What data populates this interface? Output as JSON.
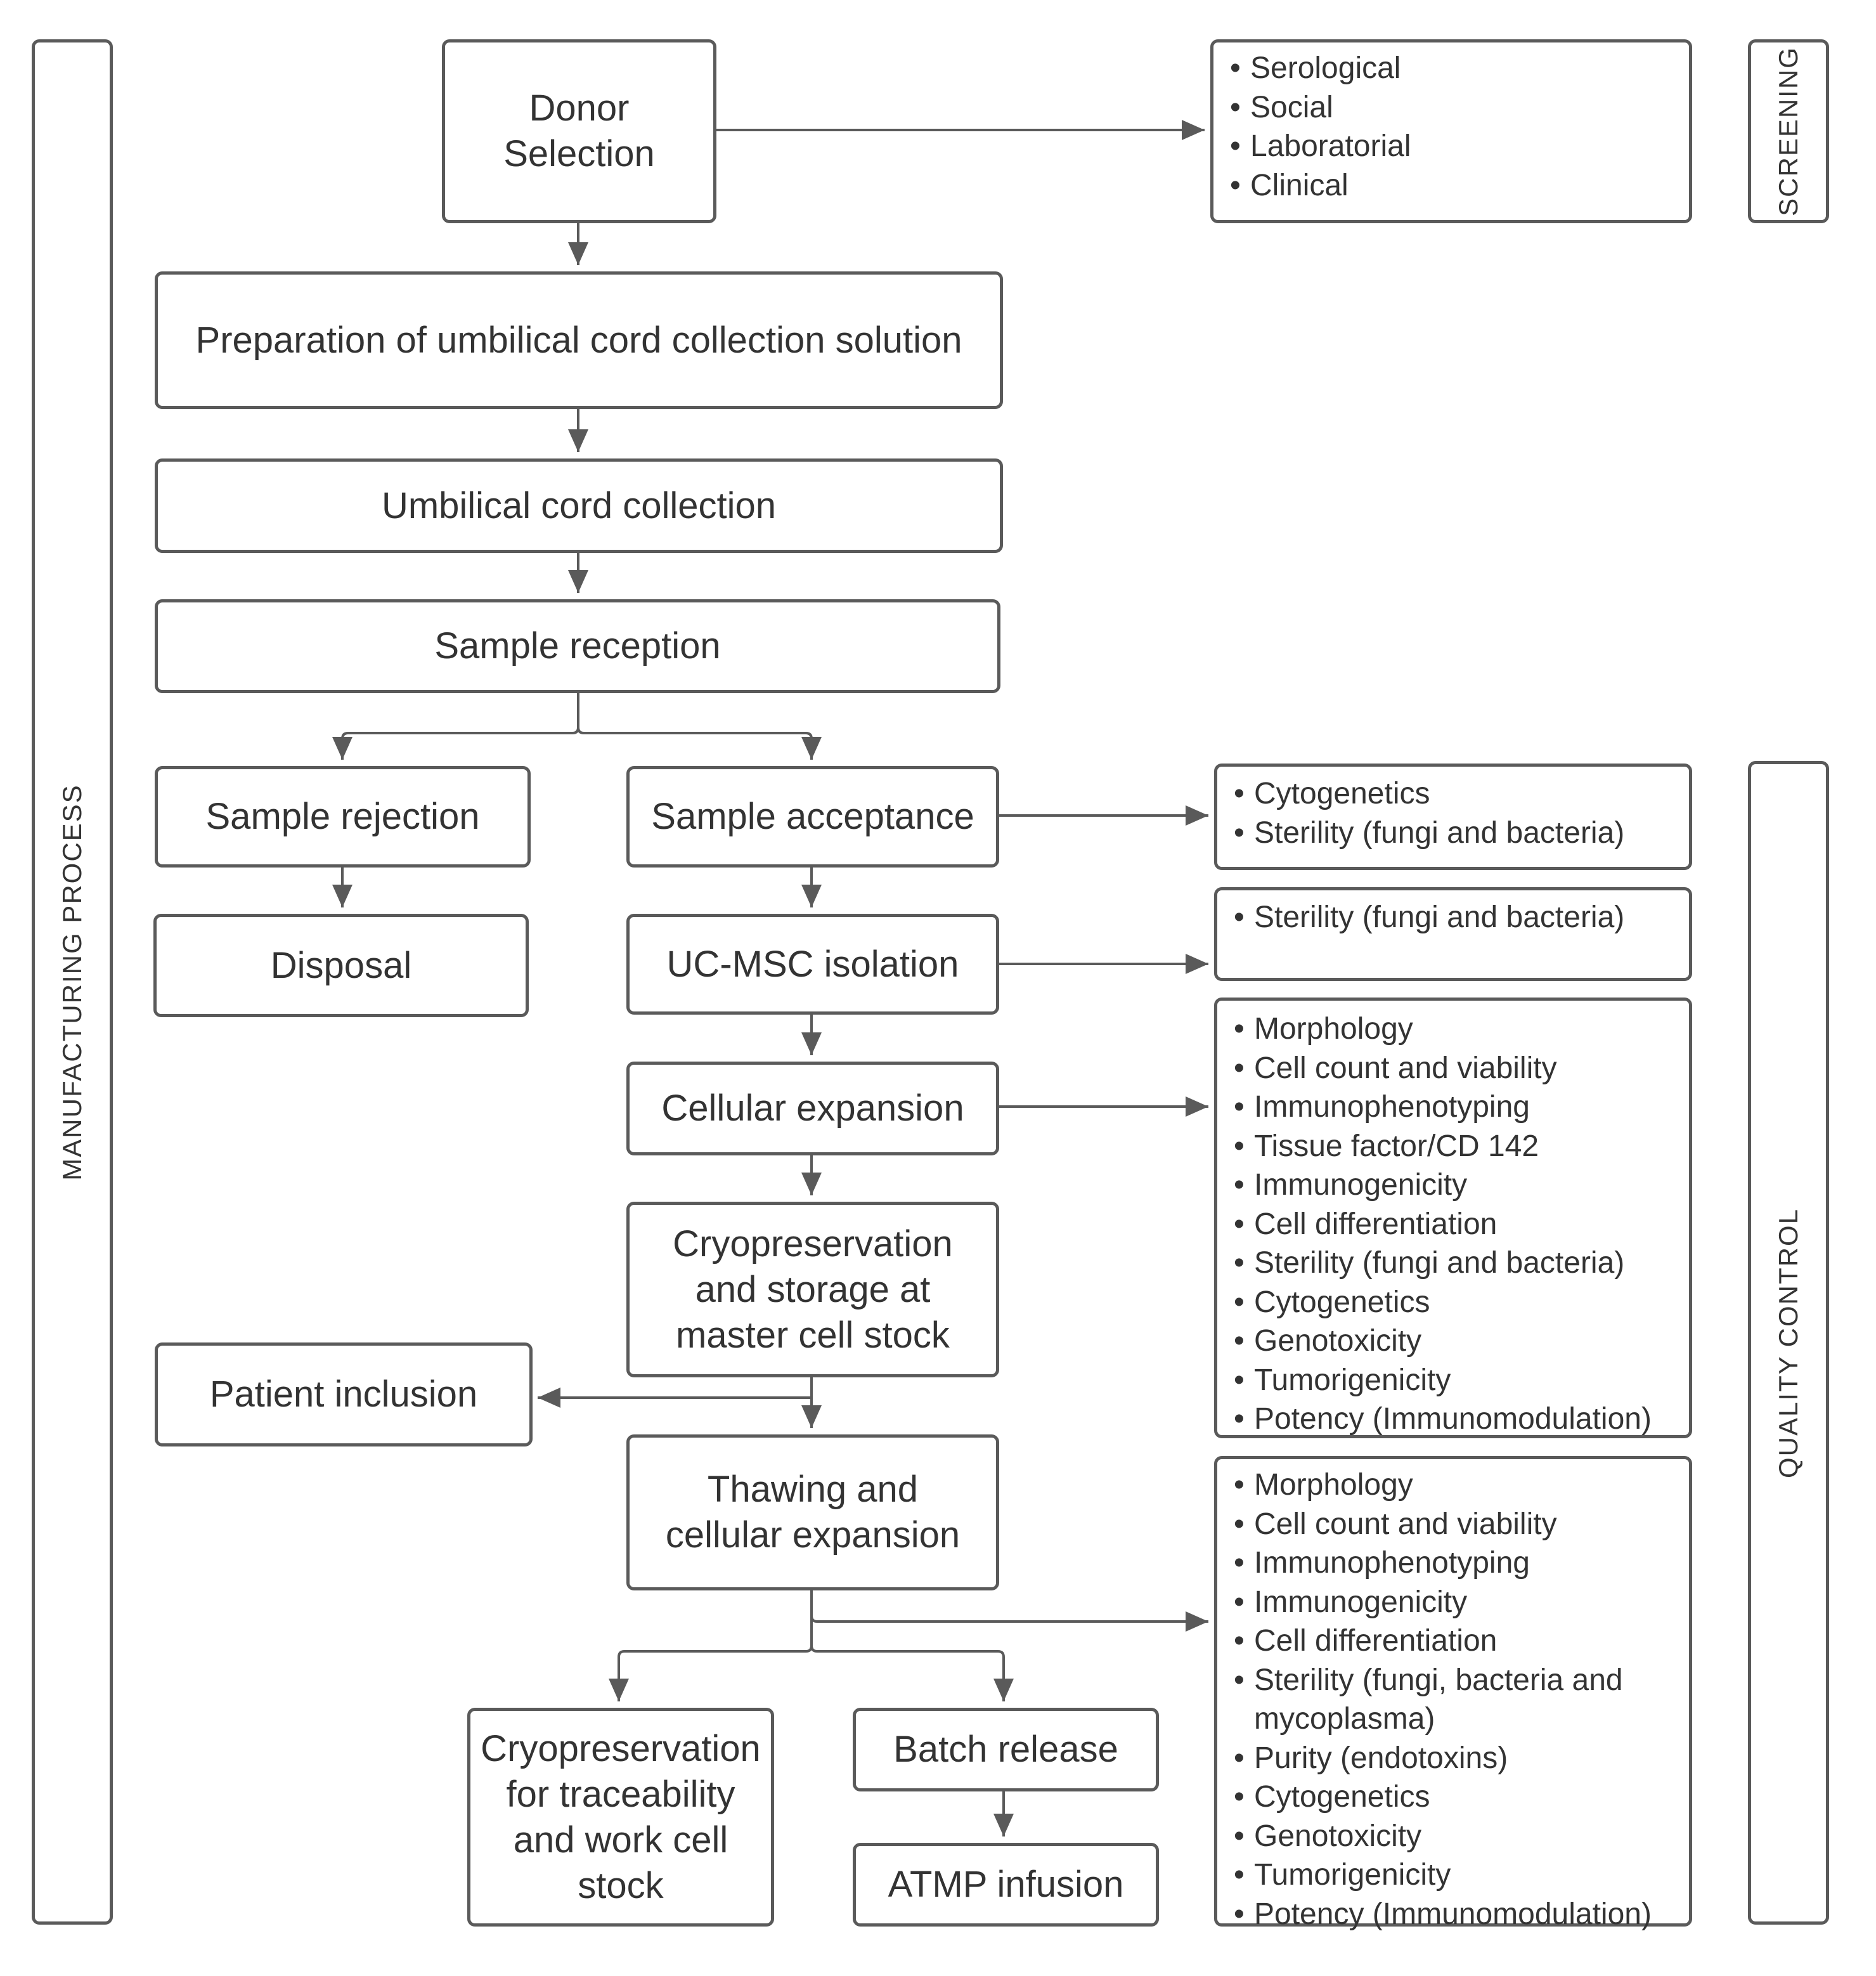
{
  "side_labels": {
    "manufacturing": "MANUFACTURING PROCESS",
    "screening": "SCREENING",
    "quality_control": "QUALITY CONTROL"
  },
  "steps": {
    "donor_selection": [
      "Donor",
      "Selection"
    ],
    "preparation": [
      "Preparation of umbilical cord collection solution"
    ],
    "cord_collection": [
      "Umbilical cord collection"
    ],
    "sample_reception": [
      "Sample reception"
    ],
    "sample_rejection": [
      "Sample rejection"
    ],
    "disposal": [
      "Disposal"
    ],
    "sample_acceptance": [
      "Sample acceptance"
    ],
    "ucmsc_isolation": [
      "UC-MSC isolation"
    ],
    "cellular_expansion": [
      "Cellular expansion"
    ],
    "cryo_master": [
      "Cryopreservation",
      "and storage at",
      "master cell stock"
    ],
    "patient_inclusion": [
      "Patient inclusion"
    ],
    "thawing": [
      "Thawing and",
      "cellular expansion"
    ],
    "cryo_traceability": [
      "Cryopreservation",
      "for traceability",
      "and work cell",
      "stock"
    ],
    "batch_release": [
      "Batch release"
    ],
    "atmp_infusion": [
      "ATMP infusion"
    ]
  },
  "lists": {
    "screening": [
      "Serological",
      "Social",
      "Laboratorial",
      "Clinical"
    ],
    "qc_acceptance": [
      "Cytogenetics",
      "Sterility (fungi and bacteria)"
    ],
    "qc_isolation": [
      "Sterility (fungi and bacteria)"
    ],
    "qc_expansion": [
      "Morphology",
      "Cell count and viability",
      "Immunophenotyping",
      "Tissue factor/CD 142",
      "Immunogenicity",
      "Cell differentiation",
      "Sterility (fungi and bacteria)",
      "Cytogenetics",
      "Genotoxicity",
      "Tumorigenicity",
      "Potency (Immunomodulation)"
    ],
    "qc_thawing": [
      "Morphology",
      "Cell count and viability",
      "Immunophenotyping",
      "Immunogenicity",
      "Cell differentiation",
      "Sterility (fungi, bacteria and",
      "mycoplasma)",
      "Purity (endotoxins)",
      "Cytogenetics",
      "Genotoxicity",
      "Tumorigenicity",
      "Potency (Immunomodulation)"
    ]
  },
  "colors": {
    "stroke": "#5a5a5a",
    "text": "#333333"
  }
}
